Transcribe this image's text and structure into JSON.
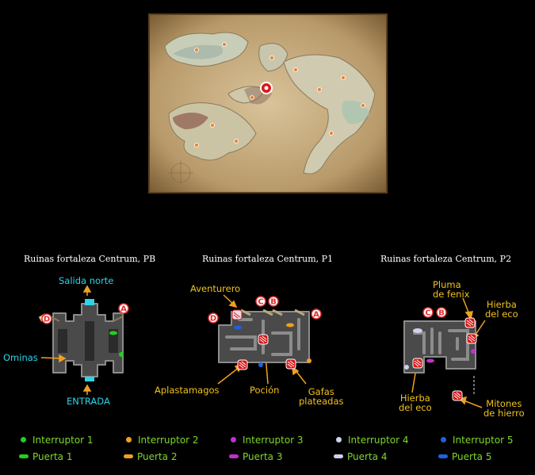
{
  "world_map": {
    "marker": "location-marker-icon"
  },
  "floors": [
    {
      "title": "Ruinas fortaleza Centrum, PB",
      "labels": {
        "salida": "Salida norte",
        "ominas": "Ominas",
        "entrada": "ENTRADA"
      },
      "badges": [
        "D",
        "A"
      ]
    },
    {
      "title": "Ruinas fortaleza Centrum, P1",
      "labels": {
        "aventurero": "Aventurero",
        "aplastamagos": "Aplastamagos",
        "pocion": "Poción",
        "gafas": "Gafas\nplateadas"
      },
      "badges": [
        "D",
        "C",
        "B",
        "A"
      ]
    },
    {
      "title": "Ruinas fortaleza Centrum, P2",
      "labels": {
        "pluma": "Pluma\nde fenix",
        "hierba1": "Hierba\ndel eco",
        "hierba2": "Hierba\ndel eco",
        "mitones": "Mitones\nde hierro"
      },
      "badges": [
        "C",
        "B"
      ]
    }
  ],
  "legend": {
    "interruptores": [
      {
        "label": "Interruptor 1",
        "color": "#20d020"
      },
      {
        "label": "Interruptor 2",
        "color": "#f0a020"
      },
      {
        "label": "Interruptor 3",
        "color": "#c030d0"
      },
      {
        "label": "Interruptor 4",
        "color": "#d0d0f0"
      },
      {
        "label": "Interruptor 5",
        "color": "#2060e0"
      }
    ],
    "puertas": [
      {
        "label": "Puerta 1",
        "color": "#20d020"
      },
      {
        "label": "Puerta 2",
        "color": "#f0a020"
      },
      {
        "label": "Puerta 3",
        "color": "#c030d0"
      },
      {
        "label": "Puerta 4",
        "color": "#d0d0f0"
      },
      {
        "label": "Puerta 5",
        "color": "#2060e0"
      }
    ]
  },
  "colors": {
    "label_cyan": "#2bd5e8",
    "label_yellow": "#f2c21b",
    "legend_text": "#7fd62b",
    "badge_red": "#e03030"
  }
}
